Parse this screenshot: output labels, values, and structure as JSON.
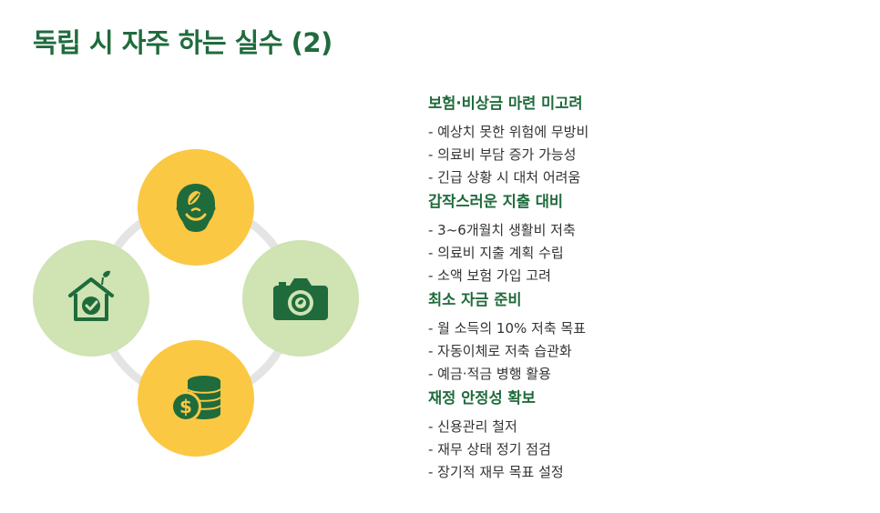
{
  "title": "독립 시 자주 하는 실수 (2)",
  "diagram": {
    "nodes": [
      {
        "position": "top",
        "icon": "face-leaf-icon",
        "color": "#fbc844"
      },
      {
        "position": "left",
        "icon": "house-check-icon",
        "color": "#cfe3b3"
      },
      {
        "position": "right",
        "icon": "camera-icon",
        "color": "#cfe3b3"
      },
      {
        "position": "bottom",
        "icon": "coins-dollar-icon",
        "color": "#fbc844"
      }
    ],
    "ring_color": "#e4e4e4",
    "icon_color": "#1f6b3c"
  },
  "sections": [
    {
      "title": "보험·비상금 마련 미고려",
      "items": [
        "- 예상치 못한 위험에 무방비",
        "- 의료비 부담 증가 가능성",
        "- 긴급 상황 시 대처 어려움"
      ]
    },
    {
      "title": "갑작스러운 지출 대비",
      "items": [
        "- 3~6개월치 생활비 저축",
        "- 의료비 지출 계획 수립",
        "- 소액 보험 가입 고려"
      ]
    },
    {
      "title": "최소 자금 준비",
      "items": [
        "- 월 소득의 10% 저축 목표",
        "- 자동이체로 저축 습관화",
        "- 예금·적금 병행 활용"
      ]
    },
    {
      "title": "재정 안정성 확보",
      "items": [
        "- 신용관리 철저",
        "- 재무 상태 정기 점검",
        "- 장기적 재무 목표 설정"
      ]
    }
  ]
}
